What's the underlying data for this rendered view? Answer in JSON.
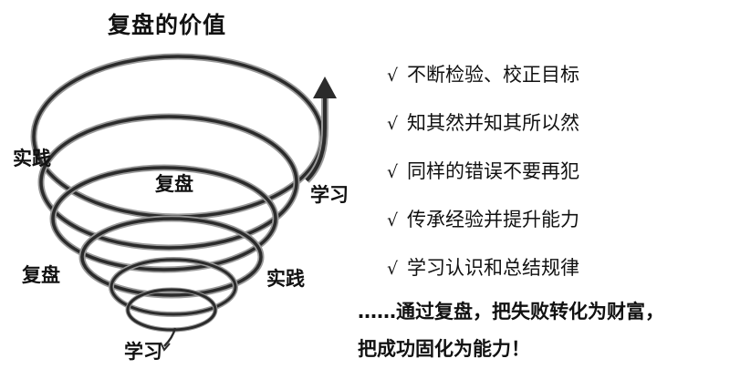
{
  "title": "复盘的价值",
  "diagram": {
    "labels": {
      "practice_top": "实践",
      "review_center": "复盘",
      "learn_right": "学习",
      "review_left": "复盘",
      "practice_lower": "实践",
      "learn_bottom": "学习"
    }
  },
  "benefits": {
    "check_symbol": "√",
    "items": [
      "不断检验、校正目标",
      "知其然并知其所以然",
      "同样的错误不要再犯",
      "传承经验并提升能力",
      "学习认识和总结规律"
    ]
  },
  "conclusion": {
    "line1": "……通过复盘，把失败转化为财富，",
    "line2": "把成功固化为能力！"
  },
  "colors": {
    "ring_dark": "#2b2b2b",
    "ring_light": "#9a9a9a",
    "text": "#111111"
  }
}
